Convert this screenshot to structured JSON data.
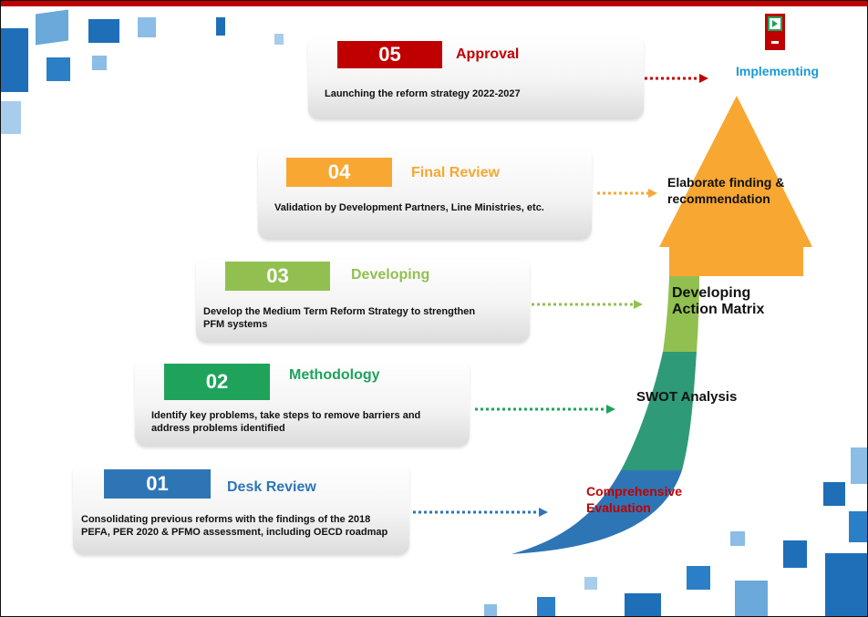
{
  "slide_title": "Strategic Development of the Reform Strategy",
  "colors": {
    "red": "#c00000",
    "orange": "#f8a733",
    "light_green": "#92c050",
    "green": "#1fa35b",
    "blue": "#2e75b6",
    "teal": "#2e9a77"
  },
  "steps": [
    {
      "num": "01",
      "title": "Desk Review",
      "desc": "Consolidating previous reforms with the findings of the 2018 PEFA, PER 2020 & PFMO  assessment, including OECD roadmap"
    },
    {
      "num": "02",
      "title": "Methodology",
      "desc": "Identify key problems, take steps to remove barriers and address problems identified"
    },
    {
      "num": "03",
      "title": "Developing",
      "desc": "Develop the Medium Term Reform Strategy to strengthen PFM systems"
    },
    {
      "num": "04",
      "title": "Final Review",
      "desc": "Validation by Development Partners, Line Ministries, etc."
    },
    {
      "num": "05",
      "title": "Approval",
      "desc": "Launching the reform strategy 2022-2027"
    }
  ],
  "arrow_labels": {
    "comprehensive": "Comprehensive Evaluation",
    "swot": "SWOT Analysis",
    "developing_matrix": "Developing Action Matrix",
    "elaborate": "Elaborate finding & recommendation",
    "implementing": "Implementing"
  },
  "icons": {
    "media": "film-media-icon",
    "connector": "dotted-arrow-icon"
  }
}
